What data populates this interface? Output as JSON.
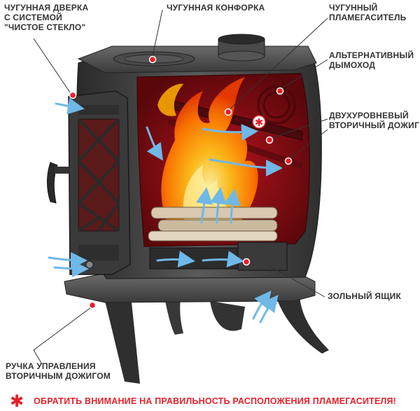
{
  "labels": {
    "door": [
      "ЧУГУННАЯ ДВЕРКА",
      "С СИСТЕМОЙ",
      "\"ЧИСТОЕ СТЕКЛО\""
    ],
    "hob": [
      "ЧУГУННАЯ КОНФОРКА"
    ],
    "flame_arrester": [
      "ЧУГУННЫЙ",
      "ПЛАМЕГАСИТЕЛЬ"
    ],
    "alt_flue": [
      "АЛЬТЕРНАТИВНЫЙ",
      "ДЫМОХОД"
    ],
    "secondary_burn": [
      "ДВУХУРОВНЕВЫЙ",
      "ВТОРИЧНЫЙ ДОЖИГ"
    ],
    "ash_box": [
      "ЗОЛЬНЫЙ ЯЩИК"
    ],
    "handle": [
      "РУЧКА УПРАВЛЕНИЯ",
      "ВТОРИЧНЫМ ДОЖИГОМ"
    ]
  },
  "warning": {
    "mark": "✱",
    "text": "ОБРАТИТЬ ВНИМАНИЕ НА ПРАВИЛЬНОСТЬ РАСПОЛОЖЕНИЯ ПЛАМЕГАСИТЕЛЯ!"
  },
  "asterisk_mark": "✱",
  "colors": {
    "text": "#333333",
    "warning": "#e8202a",
    "marker": "#e8202a",
    "iron": "#3c3c3c",
    "firebox": "#7a0c12",
    "flame": "#ff8a00",
    "airflow": "#6fb8e8"
  }
}
